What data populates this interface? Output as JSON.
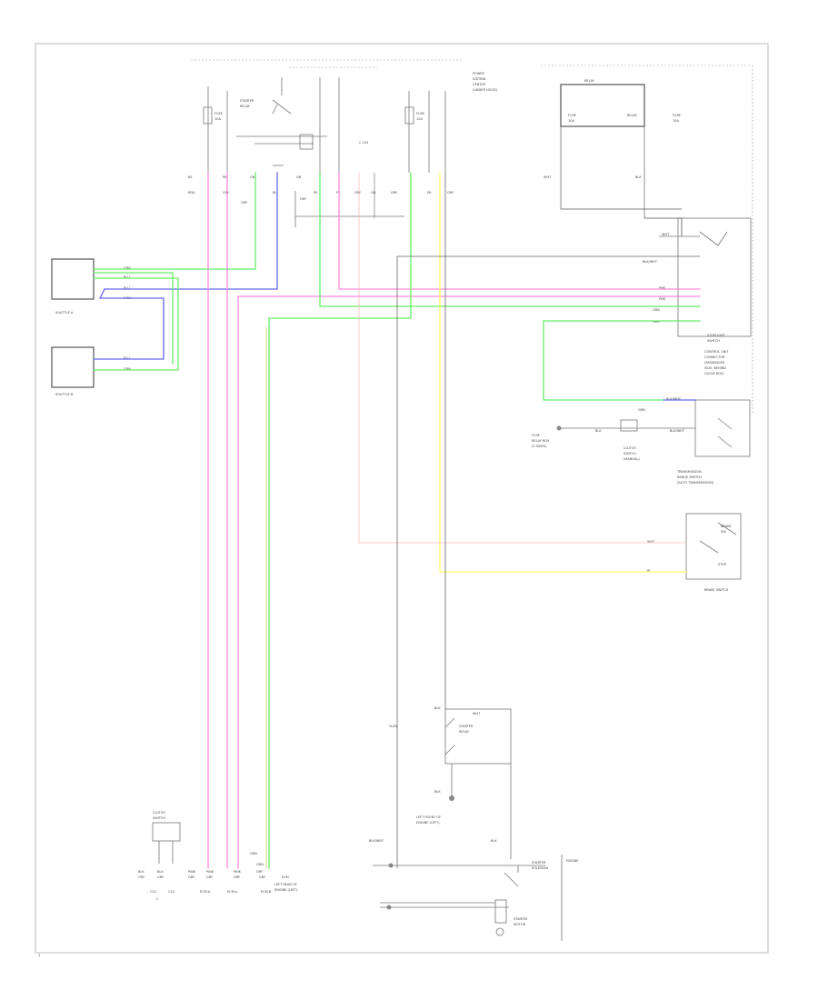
{
  "colors": {
    "background": "#ffffff",
    "frame": "#bbbbbb",
    "wire_green": "#66ee66",
    "wire_blue": "#6666ee",
    "wire_pink": "#ff88dd",
    "wire_light_pink": "#ffcccc",
    "wire_yellow": "#ffff66",
    "wire_gray": "#888888",
    "wire_dark": "#444444",
    "wire_yellow_green": "#cccc55"
  },
  "labels": {
    "sensor_upper": "SHUTTLE A",
    "sensor_lower": "SHUTTLE B",
    "ground_left": "C",
    "page_number": "1"
  },
  "components": [
    "fuse-block-left",
    "fuse-block-right",
    "relay-box-top-right",
    "stoplight-switch",
    "clutch-switch",
    "transmission-range-switch",
    "brake-switch",
    "ecm-connector-bottom",
    "starter-relay",
    "starter-motor",
    "engine-ground"
  ]
}
